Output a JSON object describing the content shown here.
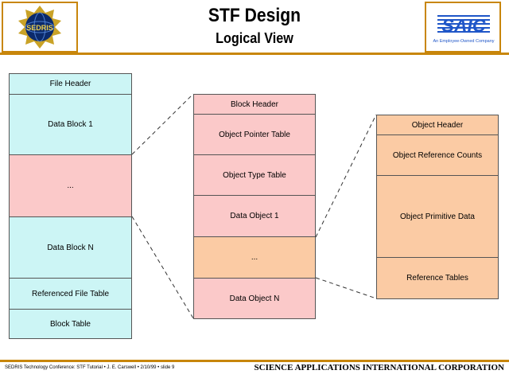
{
  "header": {
    "title": "STF Design",
    "subtitle": "Logical View",
    "left_logo": {
      "icon": "sedris-globe-logo",
      "text": "SEDRIS"
    },
    "right_logo": {
      "icon": "saic-logo",
      "text": "SAIC",
      "tagline": "An Employee-Owned Company"
    }
  },
  "file_column": [
    {
      "label": "File Header",
      "color": "#ccf5f5"
    },
    {
      "label": "Data Block 1",
      "color": "#ccf5f5"
    },
    {
      "label": "...",
      "color": "#fbc9c9"
    },
    {
      "label": "Data Block N",
      "color": "#ccf5f5"
    },
    {
      "label": "Referenced File Table",
      "color": "#ccf5f5"
    },
    {
      "label": "Block Table",
      "color": "#ccf5f5"
    }
  ],
  "block_column": [
    {
      "label": "Block Header",
      "color": "#fbc9c9"
    },
    {
      "label": "Object Pointer Table",
      "color": "#fbc9c9"
    },
    {
      "label": "Object Type Table",
      "color": "#fbc9c9"
    },
    {
      "label": "Data Object 1",
      "color": "#fbc9c9"
    },
    {
      "label": "...",
      "color": "#fbcba4"
    },
    {
      "label": "Data Object N",
      "color": "#fbc9c9"
    }
  ],
  "object_column": [
    {
      "label": "Object Header",
      "color": "#fbcba4"
    },
    {
      "label": "Object Reference Counts",
      "color": "#fbcba4"
    },
    {
      "label": "Object Primitive Data",
      "color": "#fbcba4"
    },
    {
      "label": "Reference Tables",
      "color": "#fbcba4"
    }
  ],
  "footer": {
    "left": "SEDRIS Technology Conference: STF Tutorial • J. E. Carswell • 2/10/99 • slide 9",
    "right": "SCIENCE APPLICATIONS INTERNATIONAL CORPORATION"
  }
}
